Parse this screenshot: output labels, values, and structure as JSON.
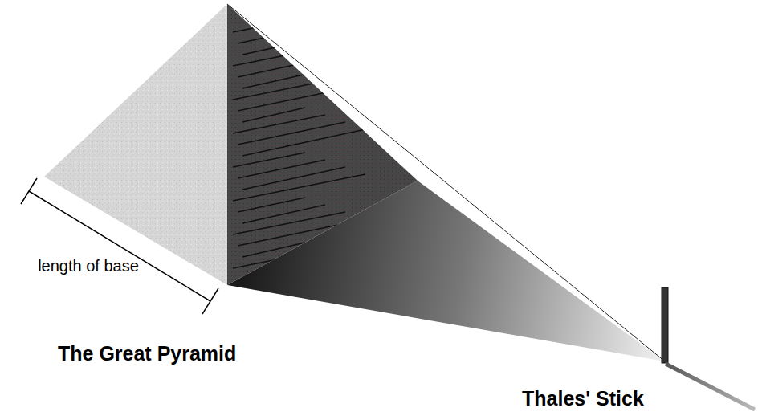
{
  "diagram": {
    "labels": [
      "length of base",
      "The Great Pyramid",
      "Thales' Stick"
    ]
  }
}
